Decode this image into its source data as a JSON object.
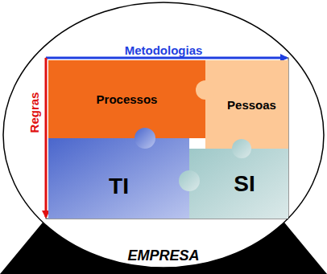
{
  "diagram": {
    "nodes": [
      {
        "text": [
          "Processos"
        ]
      },
      {
        "text": [
          "Pessoas"
        ]
      },
      {
        "text": [
          "TI"
        ]
      },
      {
        "text": [
          "SI"
        ]
      }
    ],
    "labels": [
      "Metodologias",
      "Regras",
      "EMPRESA"
    ]
  }
}
